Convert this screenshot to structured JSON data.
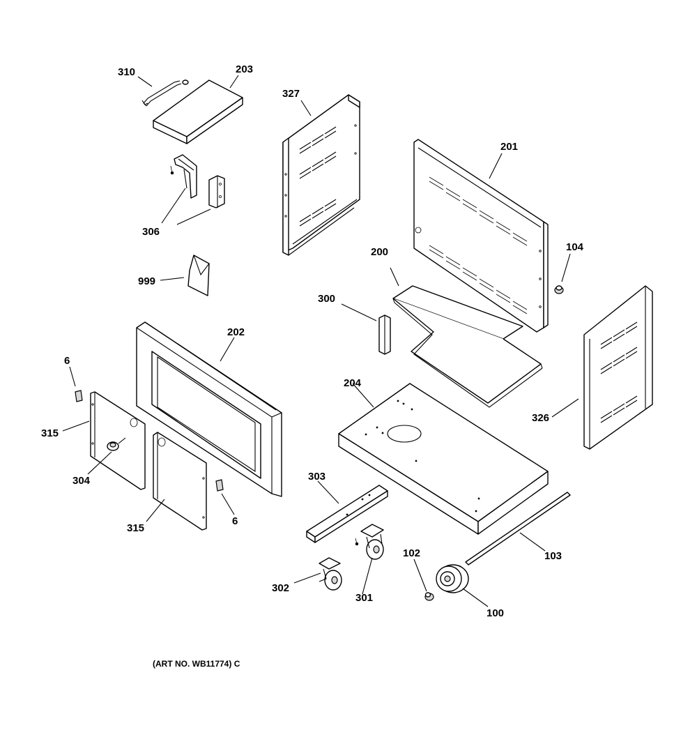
{
  "labels": {
    "p310": "310",
    "p203": "203",
    "p327": "327",
    "p201": "201",
    "p306": "306",
    "p999": "999",
    "p104": "104",
    "p200": "200",
    "p300": "300",
    "p202": "202",
    "p6a": "6",
    "p6b": "6",
    "p204": "204",
    "p326": "326",
    "p315a": "315",
    "p315b": "315",
    "p304": "304",
    "p303": "303",
    "p302": "302",
    "p301": "301",
    "p102": "102",
    "p103": "103",
    "p100": "100"
  },
  "caption": "(ART NO. WB11774) C"
}
